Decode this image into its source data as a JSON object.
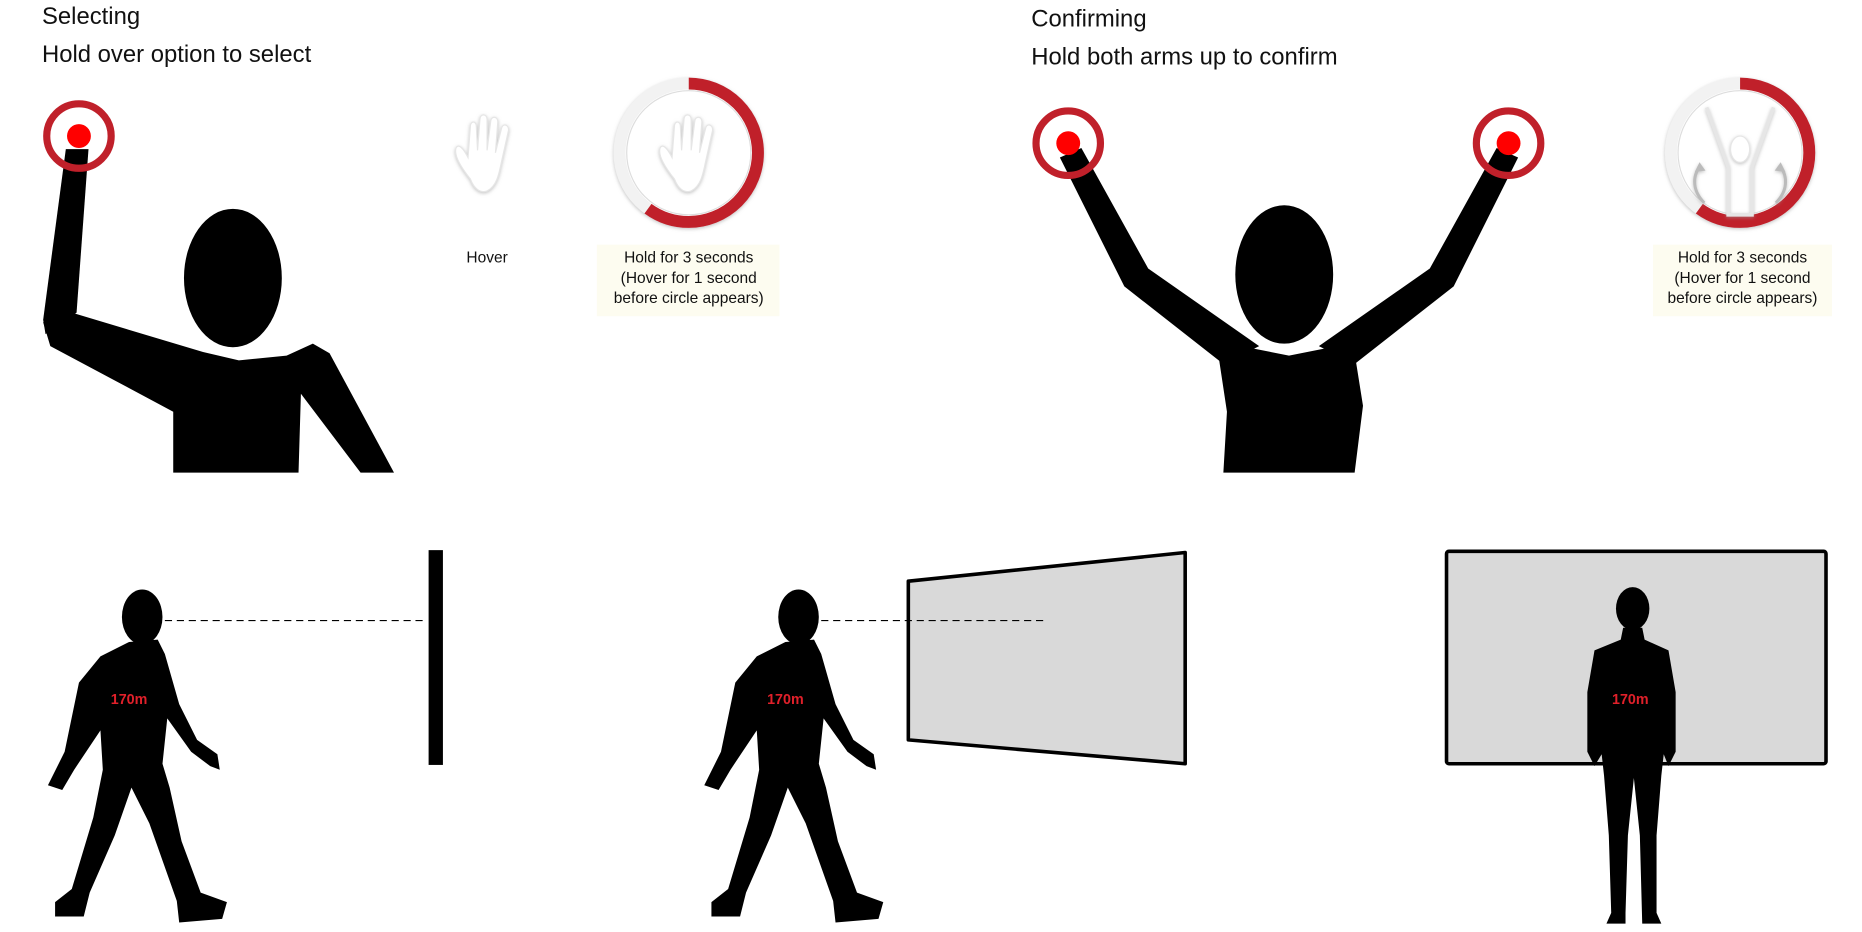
{
  "selecting": {
    "title": "Selecting",
    "subtitle": "Hold over option to select",
    "hover_label": "Hover",
    "hold_caption": [
      "Hold for 3 seconds",
      "(Hover for 1 second",
      "before circle appears)"
    ],
    "progress": 0.6
  },
  "confirming": {
    "title": "Confirming",
    "subtitle": "Hold both arms up to confirm",
    "hold_caption": [
      "Hold for 3 seconds",
      "(Hover for 1 second",
      "before circle appears)"
    ],
    "progress": 0.6
  },
  "figures": {
    "height_label_1": "170m",
    "height_label_2": "170m",
    "height_label_3": "170m"
  },
  "colors": {
    "ring": "#c0202a",
    "dot": "#ff0000",
    "screen": "#d9d9d9",
    "caption_bg": "#fdfcf0"
  }
}
